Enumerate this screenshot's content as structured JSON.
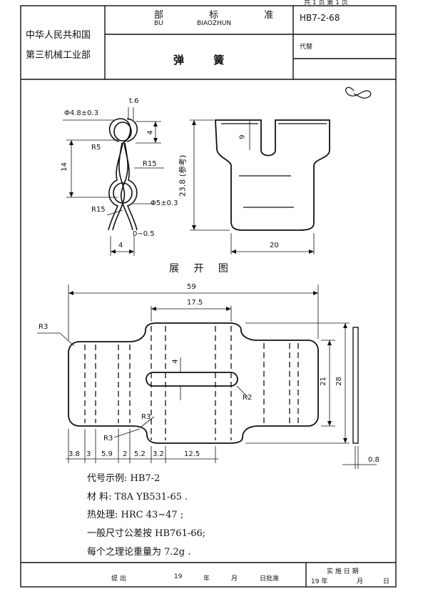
{
  "page_no": "共 1 页 第 1 页",
  "header": {
    "org_line1": "中华人民共和国",
    "org_line2": "第三机械工业部",
    "std_cn": "部 标 准",
    "std_py1": "BU",
    "std_py2": "BIAOZHUN",
    "title": "弹 簧",
    "code": "HB7-2-68",
    "replace_label": "代替"
  },
  "dims_top": {
    "d_top": "Φ4.8±0.3",
    "thickness": "t.6",
    "r5": "R5",
    "h4": "4",
    "h14": "14",
    "r15a": "R15",
    "r15b": "R15",
    "d_mid": "Φ5±0.3",
    "gap": "0~0.5",
    "w4": "4",
    "slot9": "9",
    "length_ref": "23.8 (参考)",
    "width20": "20"
  },
  "section_title": "展 开 图",
  "dims_flat": {
    "total": "59",
    "mid": "17.5",
    "r3a": "R3",
    "slot4": "4",
    "r2": "R2",
    "h21": "21",
    "h28": "28",
    "r3b": "R3",
    "r3c": "R3",
    "thick": "0.8",
    "chain": [
      "3.8",
      "3",
      "5.9",
      "2",
      "5.2",
      "3.2",
      "12.5"
    ]
  },
  "notes": [
    "代号示例:  HB7-2",
    "材  料:  T8A   YB531-65 .",
    "热处理:   HRC 43~47 ;",
    "一般尺寸公差按 HB761-66;",
    "每个之理论重量为 7.2g ."
  ],
  "footer": {
    "proposer": "提 出",
    "year1": "19",
    "y": "年",
    "m": "月",
    "approve": "日批准",
    "impl": "实 施 日 期",
    "year2": "19  年",
    "m2": "月",
    "d2": "日"
  }
}
